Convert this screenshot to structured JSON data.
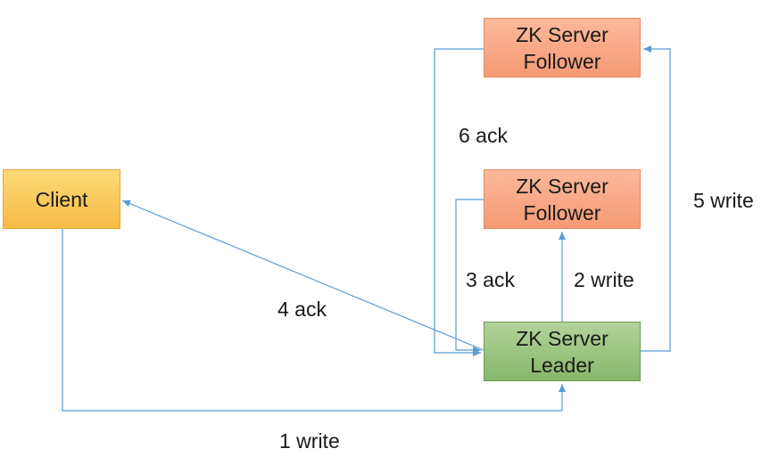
{
  "nodes": {
    "client": {
      "lines": [
        "Client"
      ]
    },
    "follower_top": {
      "lines": [
        "ZK Server",
        "Follower"
      ]
    },
    "follower_mid": {
      "lines": [
        "ZK Server",
        "Follower"
      ]
    },
    "leader": {
      "lines": [
        "ZK Server",
        "Leader"
      ]
    }
  },
  "edges": {
    "write_1": {
      "label": "1 write"
    },
    "write_2": {
      "label": "2 write"
    },
    "ack_3": {
      "label": "3 ack"
    },
    "ack_4": {
      "label": "4 ack"
    },
    "write_5": {
      "label": "5 write"
    },
    "ack_6": {
      "label": "6 ack"
    }
  },
  "colors": {
    "line": "#5b9bd5",
    "client_fill": "#f8c75a",
    "follower_fill": "#f8a985",
    "leader_fill": "#9ac582"
  }
}
